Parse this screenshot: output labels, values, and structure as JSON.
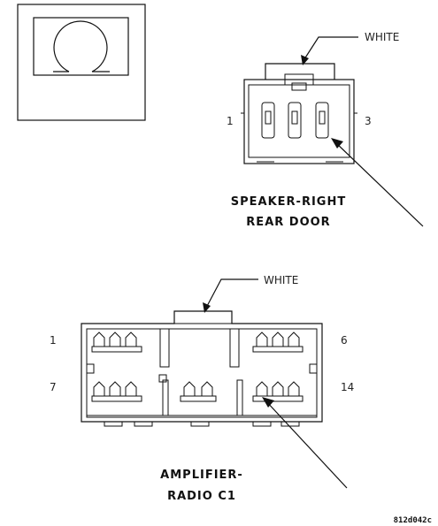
{
  "top_connector": {
    "color_label": "WHITE",
    "pin_left": "1",
    "pin_right": "3",
    "name_line1": "SPEAKER-RIGHT",
    "name_line2": "REAR DOOR"
  },
  "bottom_connector": {
    "color_label": "WHITE",
    "pin_top_left": "1",
    "pin_top_right": "6",
    "pin_bottom_left": "7",
    "pin_bottom_right": "14",
    "name_line1": "AMPLIFIER-",
    "name_line2": "RADIO C1"
  },
  "figure_code": "812d042c"
}
